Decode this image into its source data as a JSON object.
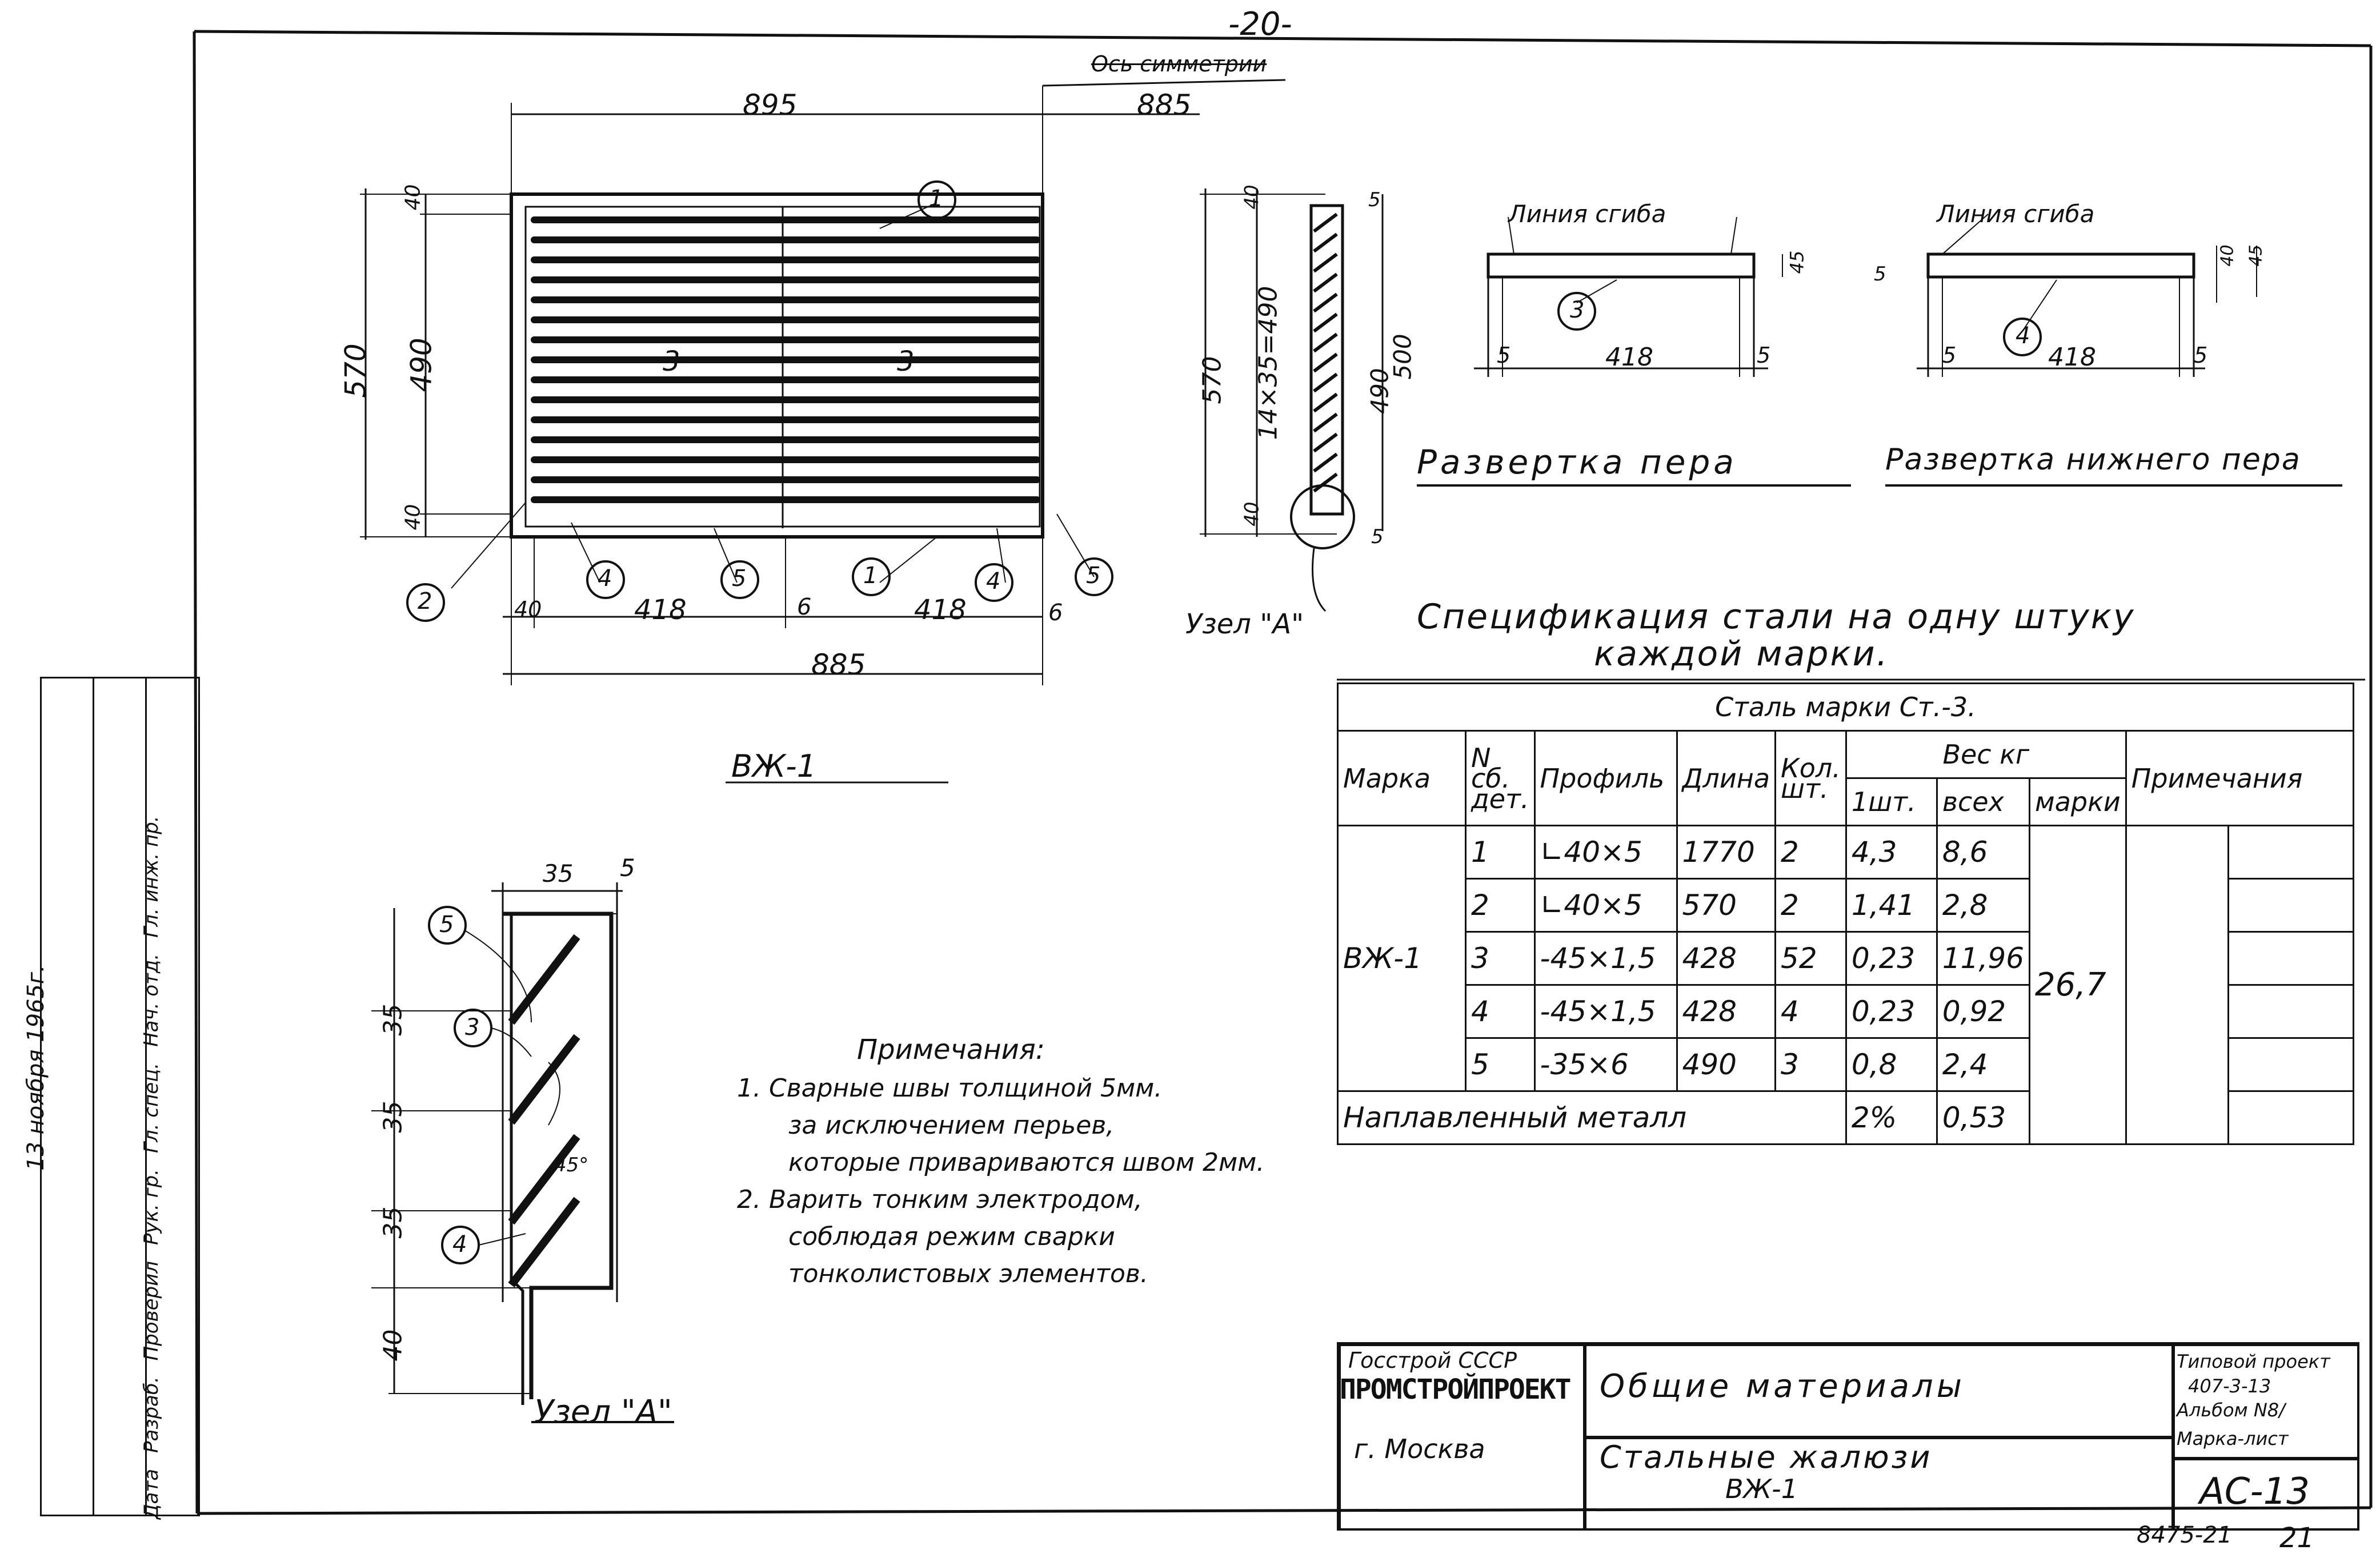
{
  "page": {
    "page_number": "-20-",
    "bottom_code": "8475-21",
    "sheet_no": "21"
  },
  "main_view": {
    "dim_top_left": "895",
    "dim_top_right": "885",
    "symmetry_label": "Ось симметрии",
    "dim_height_total": "570",
    "dim_height_inner": "490",
    "dim_top_margin": "40",
    "dim_bottom_margin": "40",
    "dim_bottom_40": "40",
    "dim_bottom_418a": "418",
    "dim_bottom_6a": "6",
    "dim_bottom_418b": "418",
    "dim_bottom_6b": "6",
    "dim_bottom_total": "885",
    "label": "ВЖ-1",
    "callouts": [
      "1",
      "2",
      "3",
      "3",
      "4",
      "5",
      "1",
      "4",
      "5"
    ]
  },
  "section_view": {
    "dim_570": "570",
    "dim_14x35": "14×35=490",
    "dim_40_top": "40",
    "dim_40_bot": "40",
    "dim_490": "490",
    "dim_500": "500",
    "dim_5_top": "5",
    "dim_5_bot": "5",
    "node_label": "Узел \"А\""
  },
  "develop1": {
    "label_fold": "Линия сгиба",
    "dim_left": "5",
    "dim_mid": "418",
    "dim_right": "5",
    "dim_h": "45",
    "callout": "3",
    "caption": "Развертка пера"
  },
  "develop2": {
    "label_fold": "Линия сгиба",
    "dim_left": "5",
    "dim_mid": "418",
    "dim_right": "5",
    "dim_h1": "40",
    "dim_h2": "45",
    "dim_5": "5",
    "callout": "4",
    "caption": "Развертка нижнего пера"
  },
  "node_detail": {
    "dim_35": "35",
    "dim_5": "5",
    "dims_left": [
      "35",
      "35",
      "35",
      "40"
    ],
    "angle": "45°",
    "callouts": [
      "5",
      "3",
      "4"
    ],
    "caption": "Узел \"А\""
  },
  "notes": {
    "title": "Примечания:",
    "items": [
      "1. Сварные швы толщиной 5мм.",
      "за исключением перьев,",
      "которые привариваются швом 2мм.",
      "2. Варить тонким электродом,",
      "соблюдая режим сварки",
      "тонколистовых элементов."
    ]
  },
  "spec": {
    "title_line1": "Спецификация стали на одну штуку",
    "title_line2": "каждой марки.",
    "steel": "Сталь марки Ст.-3.",
    "headers": {
      "mark": "Марка",
      "no": "N сб. дет.",
      "profile": "Профиль",
      "length": "Длина",
      "qty": "Кол. шт.",
      "weight": "Вес кг",
      "w_one": "1шт.",
      "w_all": "всех",
      "w_mark": "марки",
      "notes": "Примечания"
    },
    "mark_value": "ВЖ-1",
    "mark_weight": "26,7",
    "rows": [
      {
        "no": "1",
        "profile": "∟40×5",
        "length": "1770",
        "qty": "2",
        "w1": "4,3",
        "wall": "8,6"
      },
      {
        "no": "2",
        "profile": "∟40×5",
        "length": "570",
        "qty": "2",
        "w1": "1,41",
        "wall": "2,8"
      },
      {
        "no": "3",
        "profile": "-45×1,5",
        "length": "428",
        "qty": "52",
        "w1": "0,23",
        "wall": "11,96"
      },
      {
        "no": "4",
        "profile": "-45×1,5",
        "length": "428",
        "qty": "4",
        "w1": "0,23",
        "wall": "0,92"
      },
      {
        "no": "5",
        "profile": "-35×6",
        "length": "490",
        "qty": "3",
        "w1": "0,8",
        "wall": "2,4"
      }
    ],
    "weld_row": {
      "label": "Наплавленный металл",
      "w1": "2%",
      "wall": "0,53"
    }
  },
  "title_block": {
    "org1": "Госстрой СССР",
    "org2": "ПРОМСТРОЙПРОЕКТ",
    "city": "г. Москва",
    "title1": "Общие материалы",
    "title2": "Стальные жалюзи",
    "title3": "ВЖ-1",
    "proj1": "Типовой проект",
    "proj2": "407-3-13",
    "proj3": "Альбом N8/",
    "proj4": "Марка-лист",
    "sheet_code": "АС-13"
  },
  "side_stamp": {
    "rows": [
      "Гл. инж. пр.",
      "Нач. отд.",
      "Гл. спец.",
      "Рук. гр.",
      "Проверил",
      "Разраб.",
      "Дата"
    ],
    "date": "13 ноября 1965г."
  }
}
